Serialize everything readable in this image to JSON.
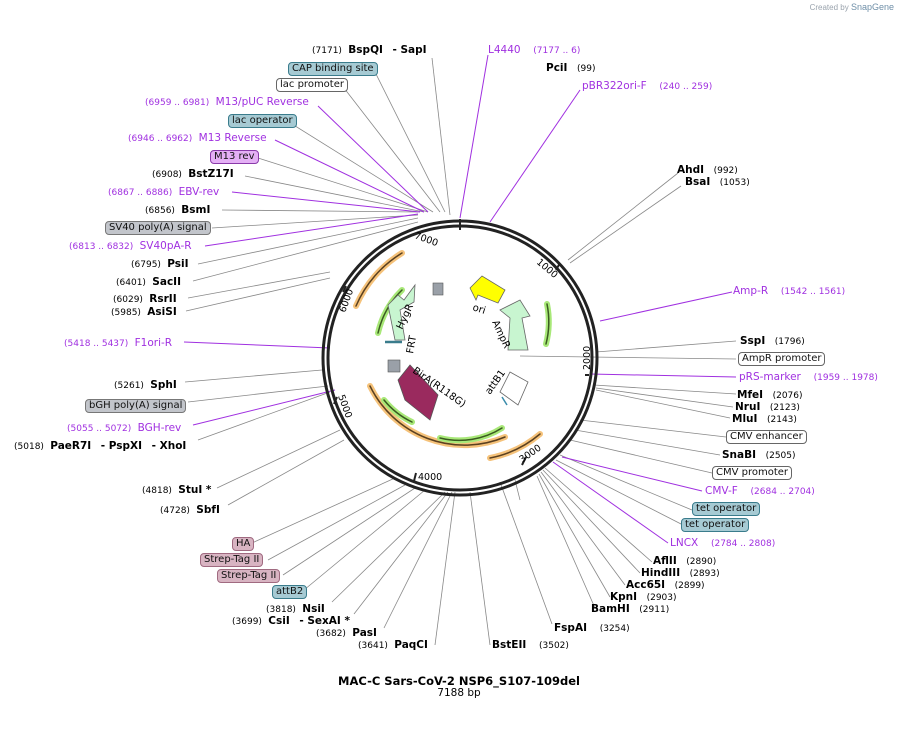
{
  "credit": {
    "prefix": "Created by",
    "brand": "SnapGene"
  },
  "plasmid": {
    "name": "MAC-C Sars-CoV-2 NSP6_S107-109del",
    "length": "7188 bp"
  },
  "ticks": [
    "1000",
    "2000",
    "3000",
    "4000",
    "5000",
    "6000",
    "7000"
  ],
  "inner_features": {
    "ori": "ori",
    "ampr": "AmpR",
    "hygr": "HygR",
    "frt": "FRT",
    "bira": "BirA(R118G)",
    "attb1": "attB1"
  },
  "colors": {
    "primer": "#a030e0",
    "ori": "#ffff00",
    "resistance": "#c8f5d0",
    "bira": "#9a2a5e",
    "orange_arrow": "#f5c27a",
    "green_arrow": "#a8e878",
    "teal_box": "#a6cad3",
    "pink_box": "#d8b4c2",
    "gray_box": "#c2c5cb"
  },
  "labels": {
    "bspqi": {
      "pos": "(7171)",
      "name": "BspQI",
      "alt": "- SapI"
    },
    "cap": "CAP binding site",
    "lacprom": "lac promoter",
    "m13puc": {
      "pos": "(6959 .. 6981)",
      "name": "M13/pUC Reverse"
    },
    "lacop": "lac operator",
    "m13r": {
      "pos": "(6946 .. 6962)",
      "name": "M13 Reverse"
    },
    "m13rev": "M13 rev",
    "bstz": {
      "pos": "(6908)",
      "name": "BstZ17I"
    },
    "ebv": {
      "pos": "(6867 .. 6886)",
      "name": "EBV-rev"
    },
    "bsmi": {
      "pos": "(6856)",
      "name": "BsmI"
    },
    "sv40pa": "SV40 poly(A) signal",
    "sv40par": {
      "pos": "(6813 .. 6832)",
      "name": "SV40pA-R"
    },
    "psii": {
      "pos": "(6795)",
      "name": "PsiI"
    },
    "sacii": {
      "pos": "(6401)",
      "name": "SacII"
    },
    "rsrii": {
      "pos": "(6029)",
      "name": "RsrII"
    },
    "asisi": {
      "pos": "(5985)",
      "name": "AsiSI"
    },
    "f1ori": {
      "pos": "(5418 .. 5437)",
      "name": "F1ori-R"
    },
    "sphi": {
      "pos": "(5261)",
      "name": "SphI"
    },
    "bgh": "bGH poly(A) signal",
    "bghrev": {
      "pos": "(5055 .. 5072)",
      "name": "BGH-rev"
    },
    "paer7i": {
      "pos": "(5018)",
      "name": "PaeR7I",
      "alt1": "- PspXI",
      "alt2": "- XhoI"
    },
    "stui": {
      "pos": "(4818)",
      "name": "StuI *"
    },
    "sbfi": {
      "pos": "(4728)",
      "name": "SbfI"
    },
    "ha": "HA",
    "strep1": "Strep-Tag II",
    "strep2": "Strep-Tag II",
    "attb2": "attB2",
    "nsii": {
      "pos": "(3818)",
      "name": "NsiI"
    },
    "csii": {
      "pos": "(3699)",
      "name": "CsiI",
      "alt": "- SexAI *"
    },
    "pasi": {
      "pos": "(3682)",
      "name": "PasI"
    },
    "paqci": {
      "pos": "(3641)",
      "name": "PaqCI"
    },
    "bsteii": {
      "pos": "(3502)",
      "name": "BstEII"
    },
    "fspai": {
      "pos": "(3254)",
      "name": "FspAI"
    },
    "l4440": {
      "pos": "(7177 .. 6)",
      "name": "L4440"
    },
    "pcii": {
      "pos": "(99)",
      "name": "PciI"
    },
    "pbr": {
      "pos": "(240 .. 259)",
      "name": "pBR322ori-F"
    },
    "ahdi": {
      "pos": "(992)",
      "name": "AhdI"
    },
    "bsai": {
      "pos": "(1053)",
      "name": "BsaI"
    },
    "ampr": {
      "pos": "(1542 .. 1561)",
      "name": "Amp-R"
    },
    "sspi": {
      "pos": "(1796)",
      "name": "SspI"
    },
    "amprprom": "AmpR promoter",
    "prs": {
      "pos": "(1959 .. 1978)",
      "name": "pRS-marker"
    },
    "mfei": {
      "pos": "(2076)",
      "name": "MfeI"
    },
    "nrui": {
      "pos": "(2123)",
      "name": "NruI"
    },
    "mlui": {
      "pos": "(2143)",
      "name": "MluI"
    },
    "cmvenh": "CMV enhancer",
    "snabi": {
      "pos": "(2505)",
      "name": "SnaBI"
    },
    "cmvprom": "CMV promoter",
    "cmvf": {
      "pos": "(2684 .. 2704)",
      "name": "CMV-F"
    },
    "tetop1": "tet operator",
    "tetop2": "tet operator",
    "lncx": {
      "pos": "(2784 .. 2808)",
      "name": "LNCX"
    },
    "aflii": {
      "pos": "(2890)",
      "name": "AflII"
    },
    "hindiii": {
      "pos": "(2893)",
      "name": "HindIII"
    },
    "acc65i": {
      "pos": "(2899)",
      "name": "Acc65I"
    },
    "kpni": {
      "pos": "(2903)",
      "name": "KpnI"
    },
    "bamhi": {
      "pos": "(2911)",
      "name": "BamHI"
    }
  }
}
